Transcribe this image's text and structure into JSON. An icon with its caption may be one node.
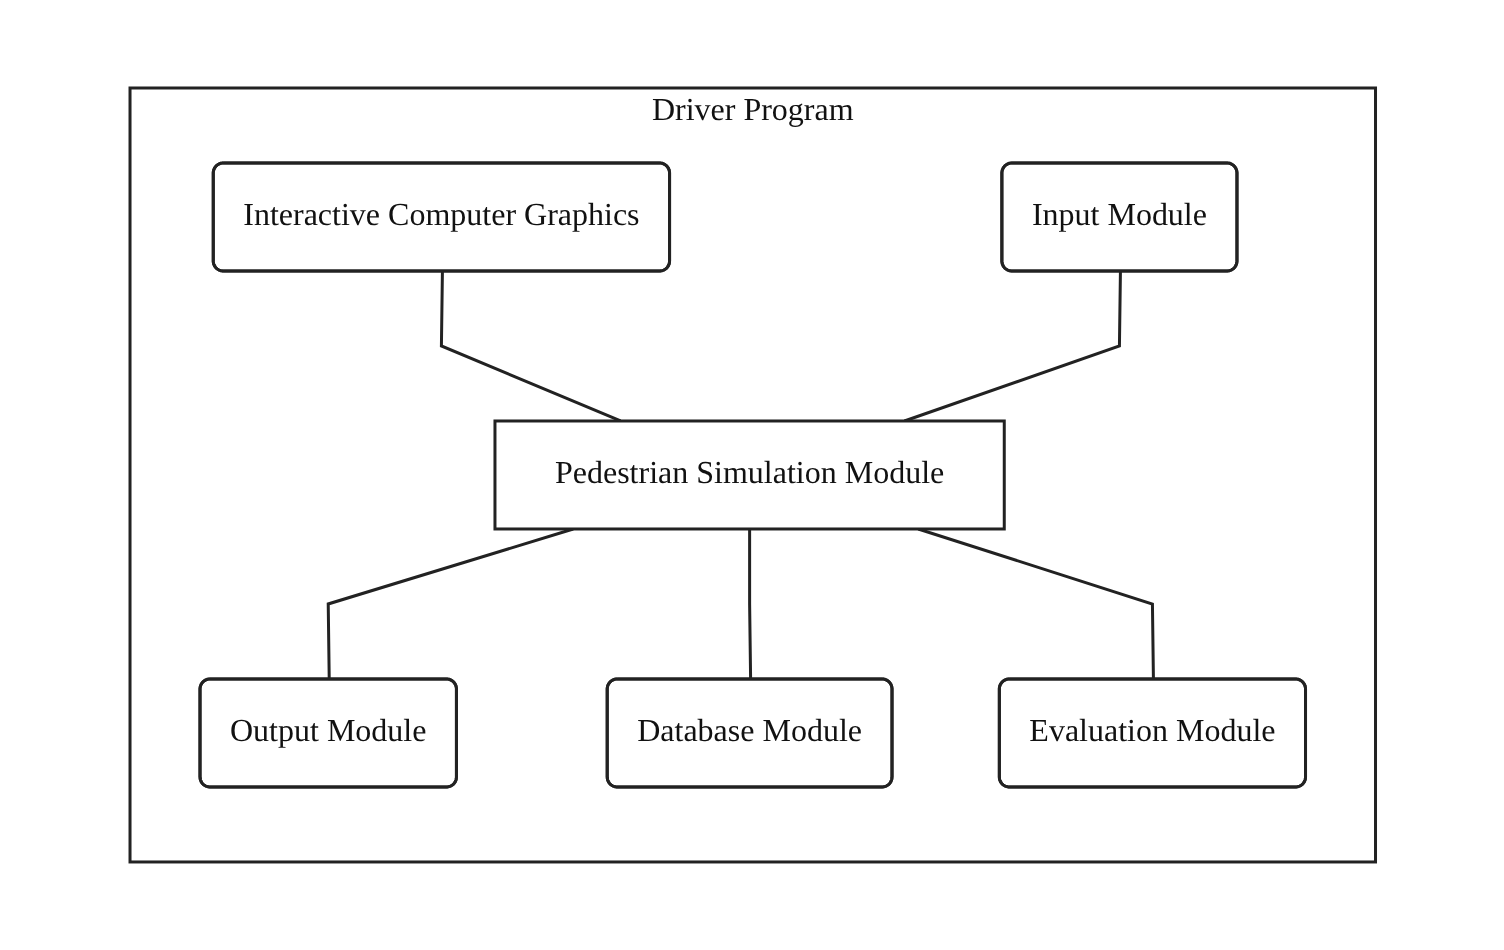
{
  "diagram": {
    "nodes": [
      {
        "text": [
          "Driver Program"
        ]
      },
      {
        "text": [
          "Interactive Computer Graphics"
        ],
        "in": 0
      },
      {
        "text": [
          "Pedestrian Simulation Module"
        ],
        "in": 0
      },
      {
        "text": [
          "Input Module"
        ],
        "in": 0
      },
      {
        "text": [
          "Output Module"
        ],
        "in": 0
      },
      {
        "text": [
          "Database Module"
        ],
        "in": 0
      },
      {
        "text": [
          "Evaluation Module"
        ],
        "in": 0
      }
    ],
    "edges": [
      {
        "from": 1,
        "to": 2,
        "arrow": "none"
      },
      {
        "from": 3,
        "to": 2,
        "arrow": "none"
      },
      {
        "from": 2,
        "to": 4,
        "arrow": "none"
      },
      {
        "from": 2,
        "to": 5,
        "arrow": "none"
      },
      {
        "from": 2,
        "to": 6,
        "arrow": "none"
      }
    ]
  }
}
